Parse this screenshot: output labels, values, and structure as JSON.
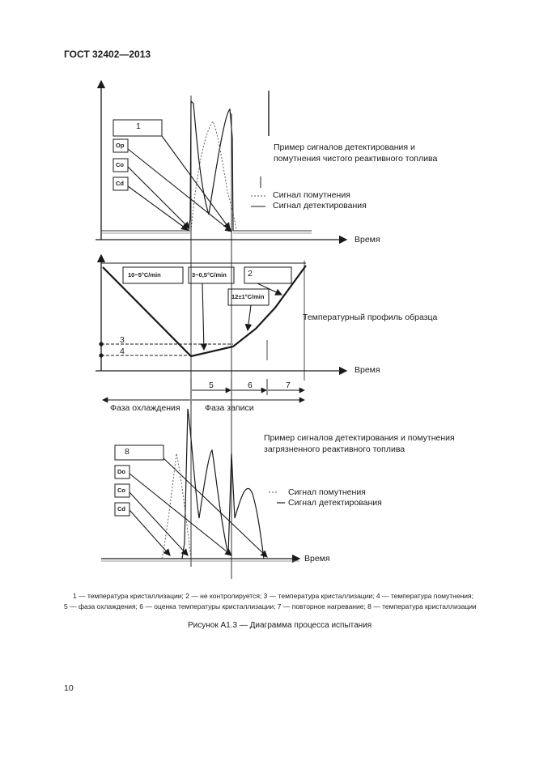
{
  "header": {
    "title": "ГОСТ 32402—2013"
  },
  "top_panel": {
    "box1": "1",
    "box_op": "Op",
    "box_co": "Co",
    "box_cd": "Cd",
    "title_line1": "Пример сигналов детектирования и",
    "title_line2": "помутнения чистого реактивного топлива",
    "legend_cloud": "Сигнал помутнения",
    "legend_detect": "Сигнал детектирования",
    "axis_time": "Время"
  },
  "middle_panel": {
    "rate_cool": "10−5°C/min",
    "rate_record": "3−0,5°C/min",
    "rate_reheat": "12±1°C/min",
    "label2": "2",
    "label3": "3",
    "label4": "4",
    "title": "Температурный профиль образца",
    "axis_time": "Время",
    "seg5": "5",
    "seg6": "6",
    "seg7": "7",
    "phase_cool": "Фаза охлаждения",
    "phase_record": "Фаза записи"
  },
  "bottom_panel": {
    "box8": "8",
    "box_do": "Do",
    "box_co": "Co",
    "box_cd": "Cd",
    "title_line1": "Пример сигналов детектирования и помутнения",
    "title_line2": "загрязненного реактивного топлива",
    "legend_cloud": "Сигнал помутнения",
    "legend_detect": "Сигнал детектирования",
    "axis_time": "Время"
  },
  "caption": {
    "line1": "1 — температура кристаллизации; 2 — не контролируется; 3 — температура кристаллизации; 4 — температура помутнения;",
    "line2": "5 — фаза охлаждения; 6 — оценка температуры кристаллизации; 7 — повторное нагревание; 8 — температура кристаллизации"
  },
  "figure_title": "Рисунок А1.3 — Диаграмма процесса испытания",
  "page_number": "10"
}
